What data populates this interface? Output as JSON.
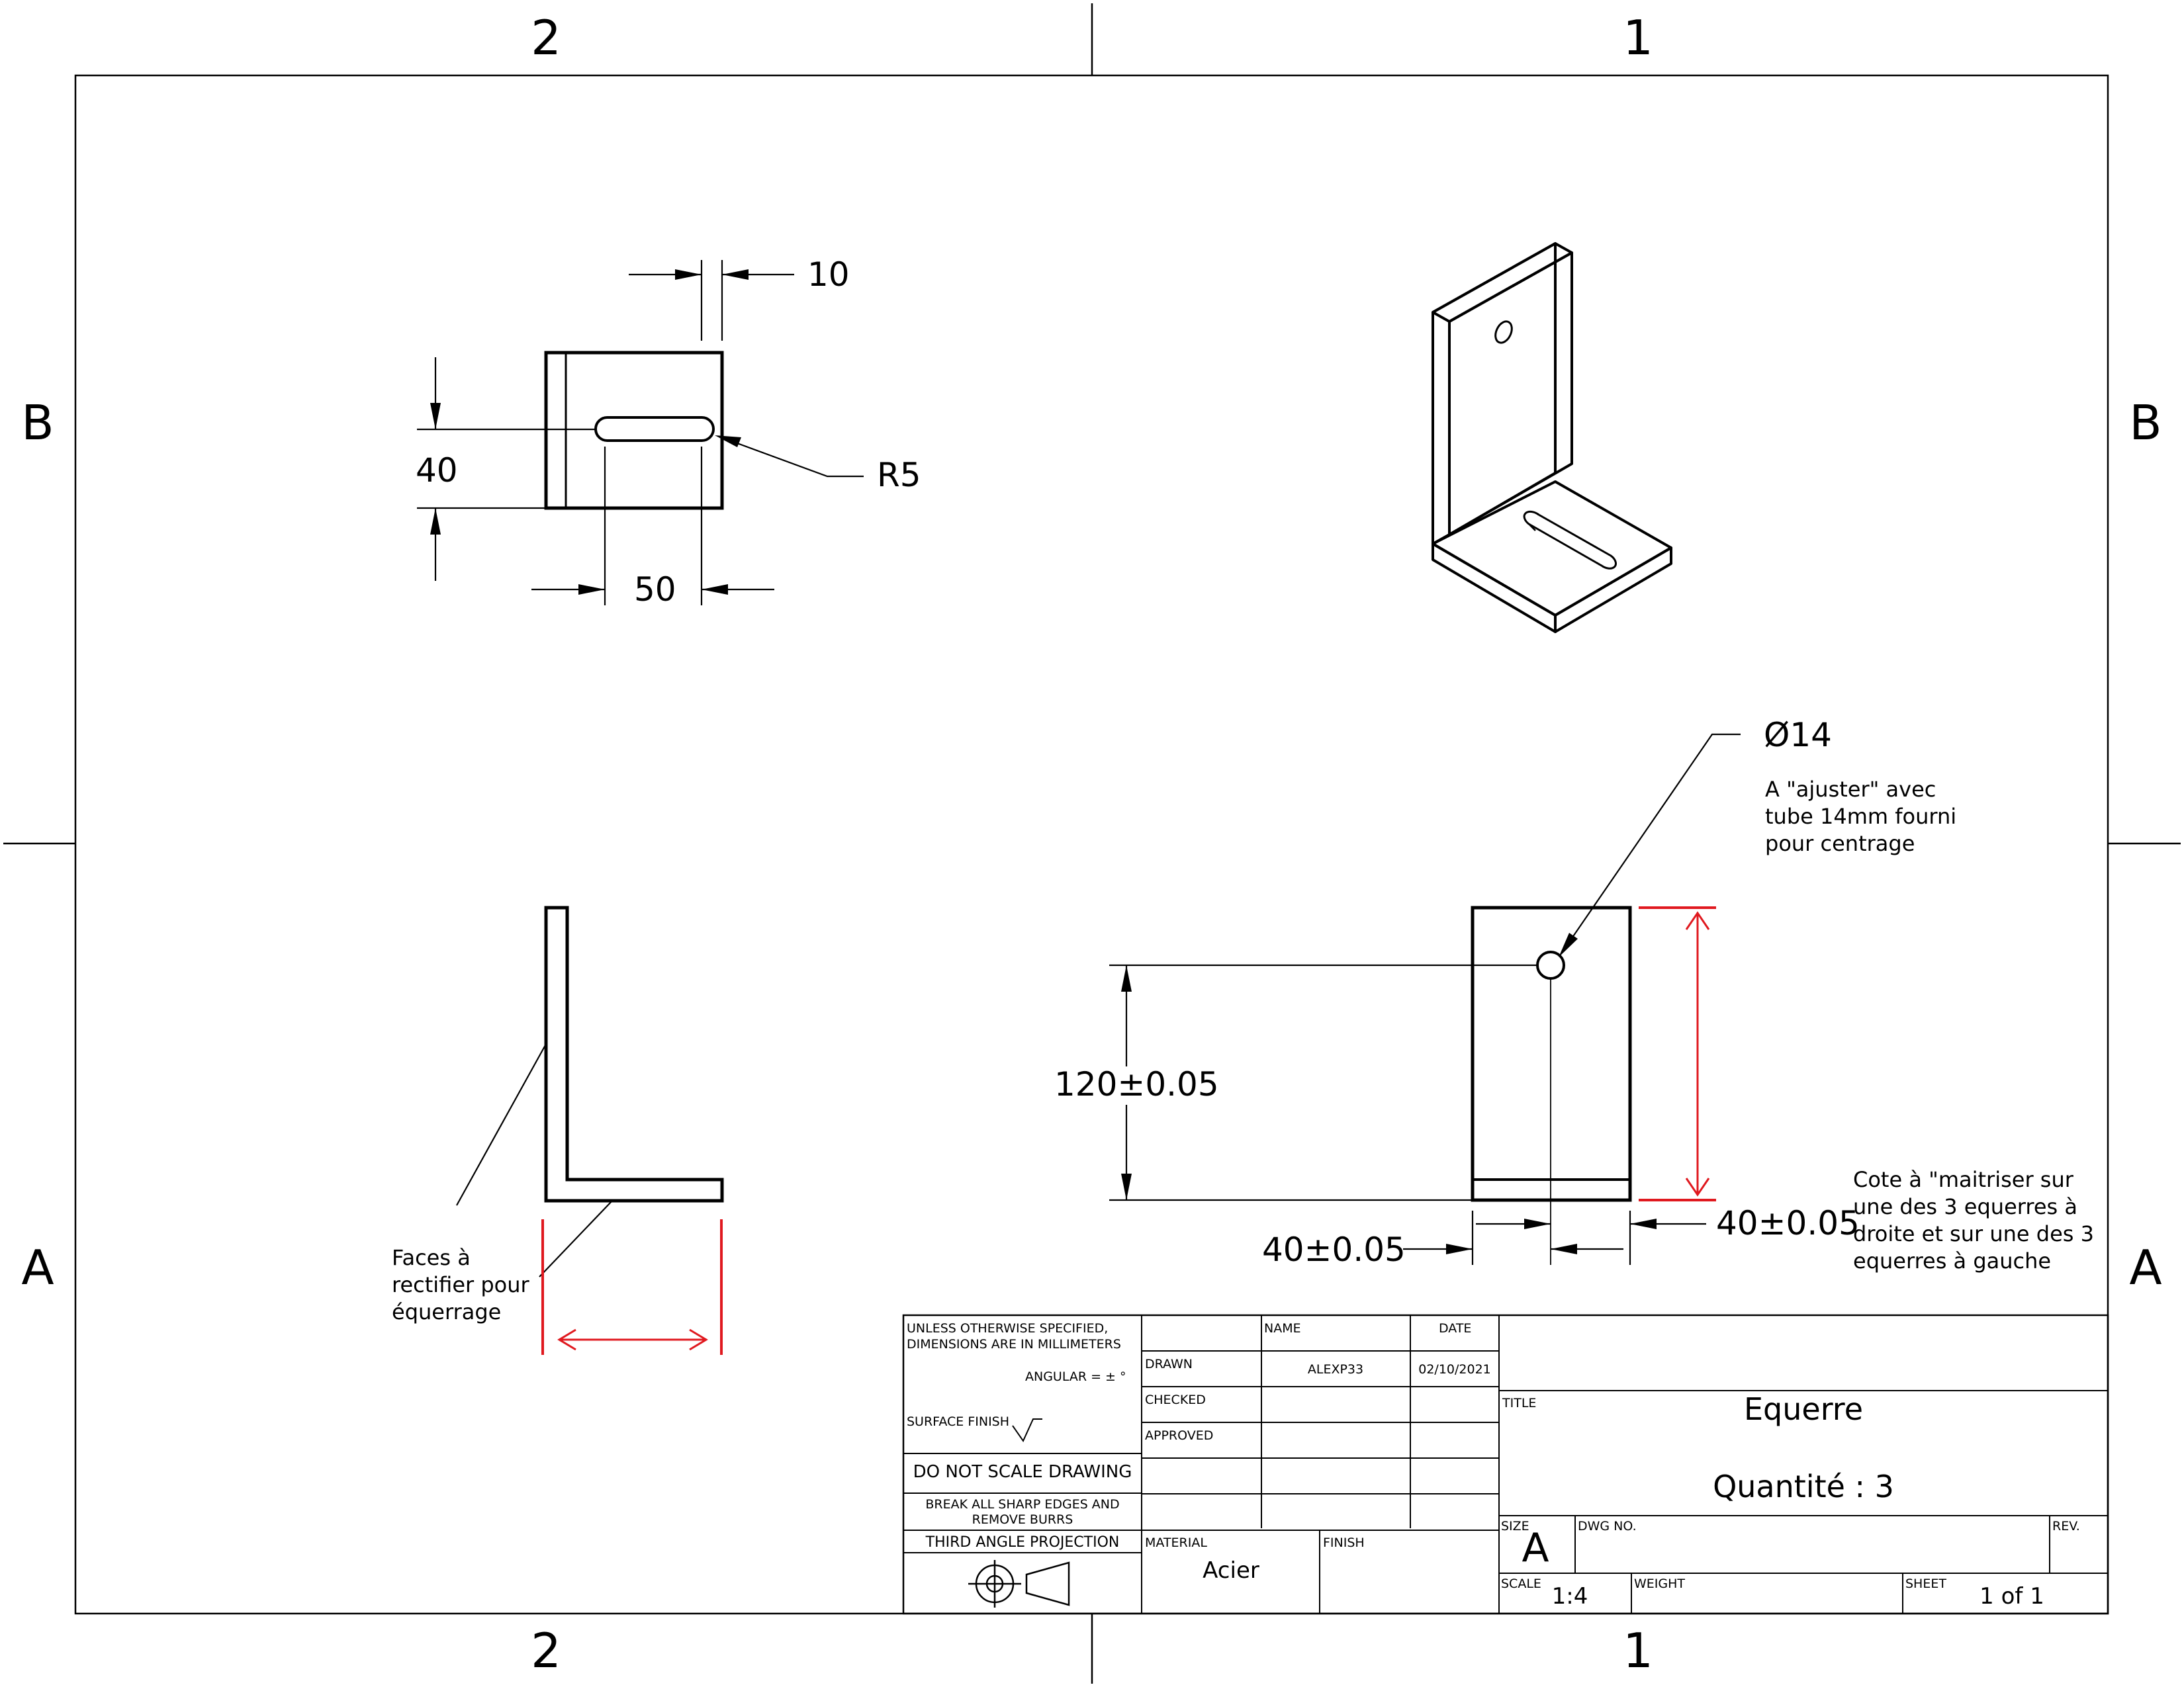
{
  "zones": {
    "col_left": "2",
    "col_right": "1",
    "row_top": "B",
    "row_bottom": "A"
  },
  "dims": {
    "top_width": "10",
    "top_height": "40",
    "slot_length": "50",
    "slot_radius": "R5",
    "hole_diameter": "Ø14",
    "height_tol": "120±0.05",
    "hole_x_tol": "40±0.05",
    "width_tol": "40±0.05"
  },
  "notes": {
    "hole_note": [
      "A \"ajuster\" avec",
      "tube 14mm fourni",
      "pour centrage"
    ],
    "faces_note": [
      "Faces à",
      "rectifier pour",
      "équerrage"
    ],
    "cote_note": [
      "Cote à \"maitriser sur",
      "une des 3 equerres à",
      "droite et sur une des 3",
      "equerres à gauche"
    ]
  },
  "title_block": {
    "general_note_1": "UNLESS OTHERWISE SPECIFIED,",
    "general_note_2": "DIMENSIONS ARE IN MILLIMETERS",
    "angular": "ANGULAR = ± °",
    "surface_finish": "SURFACE FINISH",
    "do_not_scale": "DO NOT SCALE DRAWING",
    "break_edges_1": "BREAK ALL SHARP EDGES AND",
    "break_edges_2": "REMOVE BURRS",
    "projection": "THIRD ANGLE PROJECTION",
    "col_name": "NAME",
    "col_date": "DATE",
    "drawn_label": "DRAWN",
    "drawn_name": "ALEXP33",
    "drawn_date": "02/10/2021",
    "checked_label": "CHECKED",
    "approved_label": "APPROVED",
    "material_label": "MATERIAL",
    "material_value": "Acier",
    "finish_label": "FINISH",
    "title_label": "TITLE",
    "title_value": "Equerre",
    "quantity": "Quantité : 3",
    "size_label": "SIZE",
    "size_value": "A",
    "dwg_label": "DWG NO.",
    "rev_label": "REV.",
    "scale_label": "SCALE",
    "scale_value": "1:4",
    "weight_label": "WEIGHT",
    "sheet_label": "SHEET",
    "sheet_value": "1 of 1"
  }
}
